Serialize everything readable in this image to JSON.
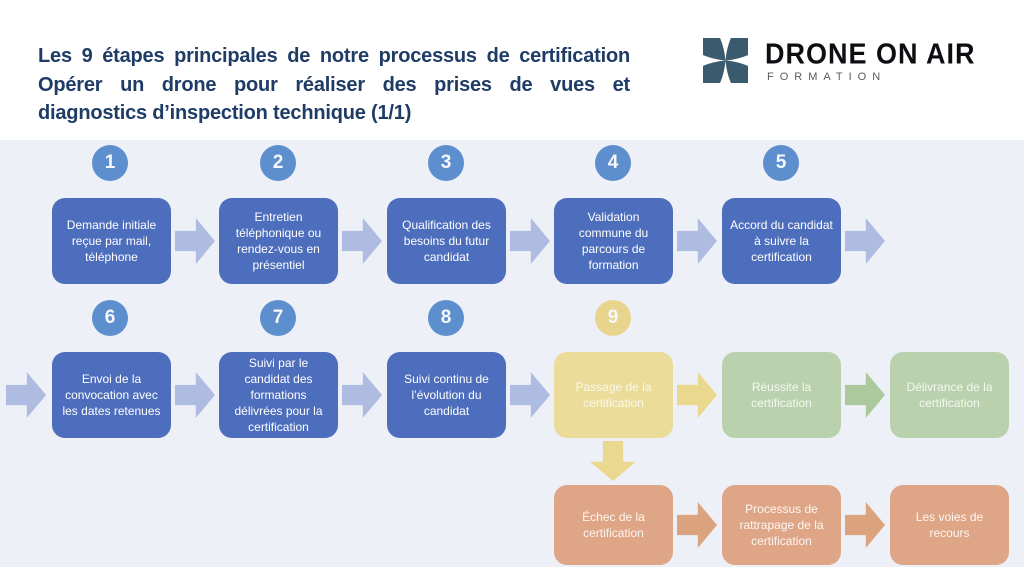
{
  "header": {
    "title_lines": [
      "Les 9 étapes principales de notre processus de certification",
      "Opérer un drone pour réaliser des prises de vues et",
      "diagnostics d’inspection technique (1/1)"
    ],
    "logo": {
      "brand": "DRONE ON AIR",
      "subtitle": "FORMATION"
    }
  },
  "steps": [
    {
      "number": "1",
      "label": "Demande initiale reçue par mail, téléphone",
      "theme": "blue"
    },
    {
      "number": "2",
      "label": "Entretien téléphonique ou rendez-vous en présentiel",
      "theme": "blue"
    },
    {
      "number": "3",
      "label": "Qualification des besoins du futur candidat",
      "theme": "blue"
    },
    {
      "number": "4",
      "label": "Validation commune du parcours de formation",
      "theme": "blue"
    },
    {
      "number": "5",
      "label": "Accord du candidat à suivre la certification",
      "theme": "blue"
    },
    {
      "number": "6",
      "label": "Envoi de la convocation avec les dates retenues",
      "theme": "blue"
    },
    {
      "number": "7",
      "label": "Suivi par le candidat des formations délivrées pour la certification",
      "theme": "blue"
    },
    {
      "number": "8",
      "label": "Suivi continu de l’évolution du candidat",
      "theme": "blue"
    },
    {
      "number": "9",
      "label": "Passage de la certification",
      "theme": "yellow"
    }
  ],
  "outcomes": {
    "success": [
      {
        "label": "Réussite la certification"
      },
      {
        "label": "Délivrance de la certification"
      }
    ],
    "failure": [
      {
        "label": "Échec de la certification"
      },
      {
        "label": "Processus de rattrapage de la certification"
      },
      {
        "label": "Les voies de recours"
      }
    ]
  },
  "colors": {
    "background_canvas": "#edf0f7",
    "title_text": "#1f3c66",
    "step_box_blue": "#4d6dbd",
    "step_circle_blue": "#5d8ecd",
    "arrow_light_blue": "#aebce2",
    "step_box_yellow": "#ebdc9a",
    "step_circle_yellow": "#e8d48d",
    "arrow_yellow": "#ead88e",
    "outcome_box_green": "#b9d2ad",
    "arrow_green": "#abc99c",
    "outcome_box_orange": "#dea687",
    "arrow_orange": "#dca47e",
    "logo_icon": "#3c5a6d"
  }
}
